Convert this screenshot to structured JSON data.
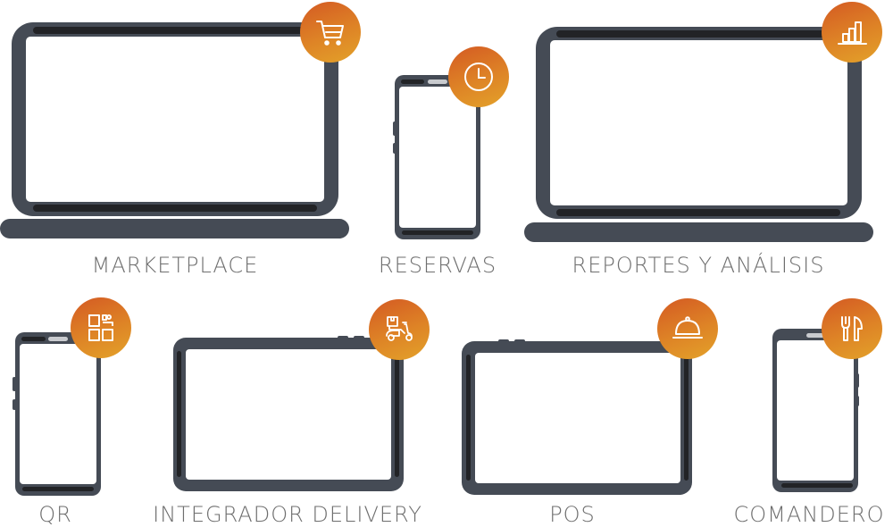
{
  "features": [
    {
      "id": "marketplace",
      "label": "MARKETPLACE",
      "device": "laptop",
      "icon": "shopping-cart-icon"
    },
    {
      "id": "reservas",
      "label": "RESERVAS",
      "device": "phone",
      "icon": "clock-icon"
    },
    {
      "id": "reportes",
      "label": "REPORTES Y ANÁLISIS",
      "device": "laptop",
      "icon": "bar-chart-icon"
    },
    {
      "id": "qr",
      "label": "QR",
      "device": "phone",
      "icon": "qr-code-icon"
    },
    {
      "id": "delivery",
      "label": "INTEGRADOR DELIVERY",
      "device": "tablet",
      "icon": "delivery-scooter-icon"
    },
    {
      "id": "pos",
      "label": "POS",
      "device": "tablet",
      "icon": "cloche-icon"
    },
    {
      "id": "comandero",
      "label": "COMANDERO",
      "device": "phone",
      "icon": "fork-knife-icon"
    }
  ],
  "colors": {
    "device_frame": "#454b55",
    "device_bezel": "#222326",
    "badge_gradient_start": "#d45a23",
    "badge_gradient_end": "#e3a22a",
    "label_text": "#6e6e6e",
    "background": "#ffffff"
  }
}
